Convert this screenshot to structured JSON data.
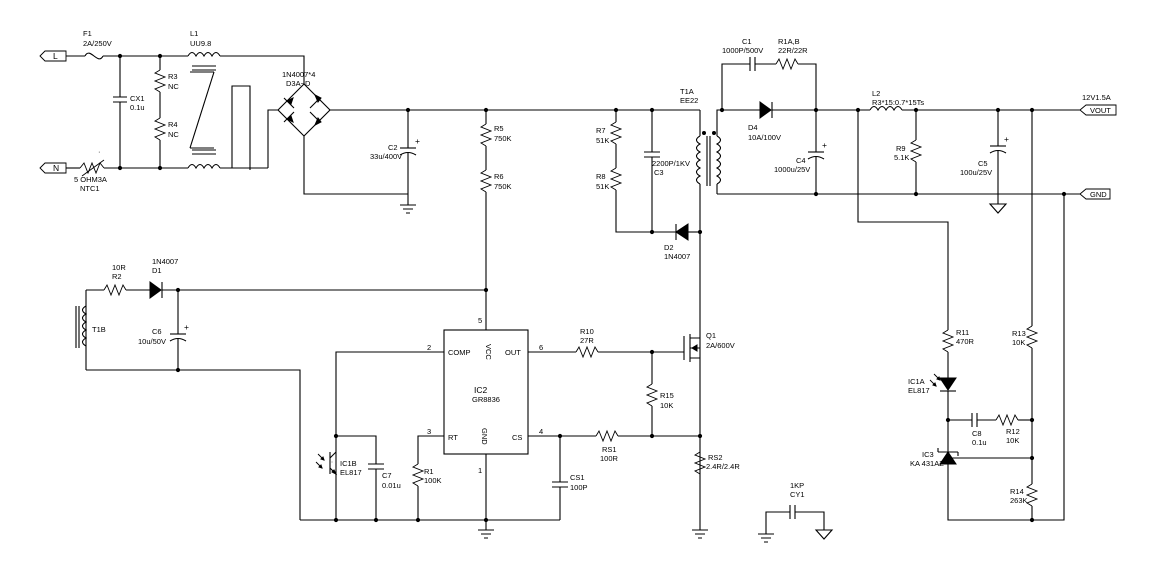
{
  "terminals": {
    "line": "L",
    "neutral": "N",
    "vout": "VOUT",
    "gnd": "GND",
    "output_rating": "12V1.5A"
  },
  "components": {
    "F1": {
      "ref": "F1",
      "value": "2A/250V"
    },
    "CX1": {
      "ref": "CX1",
      "value": "0.1u"
    },
    "R3": {
      "ref": "R3",
      "value": "NC"
    },
    "R4": {
      "ref": "R4",
      "value": "NC"
    },
    "L1": {
      "ref": "L1",
      "value": "UU9.8"
    },
    "NTC1": {
      "ref": "NTC1",
      "value": "5 OHM3A"
    },
    "bridge": {
      "ref": "D3A~D",
      "value": "1N4007*4"
    },
    "C2": {
      "ref": "C2",
      "value": "33u/400V"
    },
    "R5": {
      "ref": "R5",
      "value": "750K"
    },
    "R6": {
      "ref": "R6",
      "value": "750K"
    },
    "R7": {
      "ref": "R7",
      "value": "51K"
    },
    "R8": {
      "ref": "R8",
      "value": "51K"
    },
    "C3": {
      "ref": "C3",
      "value": "2200P/1KV"
    },
    "D2": {
      "ref": "D2",
      "value": "1N4007"
    },
    "T1A": {
      "ref": "T1A",
      "value": "EE22"
    },
    "C1": {
      "ref": "C1",
      "value": "1000P/500V"
    },
    "R1AB": {
      "ref": "R1A,B",
      "value": "22R/22R"
    },
    "D4": {
      "ref": "D4",
      "value": "10A/100V"
    },
    "C4": {
      "ref": "C4",
      "value": "1000u/25V"
    },
    "L2": {
      "ref": "L2",
      "value": "R3*15:0.7*15Ts"
    },
    "R9": {
      "ref": "R9",
      "value": "5.1K"
    },
    "C5": {
      "ref": "C5",
      "value": "100u/25V"
    },
    "R2": {
      "ref": "R2",
      "value": "10R"
    },
    "D1": {
      "ref": "D1",
      "value": "1N4007"
    },
    "T1B": {
      "ref": "T1B",
      "value": ""
    },
    "C6": {
      "ref": "C6",
      "value": "10u/50V"
    },
    "IC1B": {
      "ref": "IC1B",
      "value": "EL817"
    },
    "C7": {
      "ref": "C7",
      "value": "0.01u"
    },
    "R1": {
      "ref": "R1",
      "value": "100K"
    },
    "IC2": {
      "ref": "IC2",
      "value": "GR8836"
    },
    "CS1": {
      "ref": "CS1",
      "value": "100P"
    },
    "R10": {
      "ref": "R10",
      "value": "27R"
    },
    "R15": {
      "ref": "R15",
      "value": "10K"
    },
    "RS1": {
      "ref": "RS1",
      "value": "100R"
    },
    "Q1": {
      "ref": "Q1",
      "value": "2A/600V"
    },
    "RS2": {
      "ref": "RS2",
      "value": "2.4R/2.4R"
    },
    "CY1": {
      "ref": "CY1",
      "value": "1KP"
    },
    "R11": {
      "ref": "R11",
      "value": "470R"
    },
    "IC1A": {
      "ref": "IC1A",
      "value": "EL817"
    },
    "C8": {
      "ref": "C8",
      "value": "0.1u"
    },
    "R12": {
      "ref": "R12",
      "value": "10K"
    },
    "IC3": {
      "ref": "IC3",
      "value": "KA 431AZ"
    },
    "R13": {
      "ref": "R13",
      "value": "10K"
    },
    "R14": {
      "ref": "R14",
      "value": "263K"
    }
  },
  "ic2_pins": {
    "comp": "COMP",
    "vcc": "VCC",
    "out": "OUT",
    "rt": "RT",
    "gnd": "GND",
    "cs": "CS",
    "n2": "2",
    "n5": "5",
    "n6": "6",
    "n3": "3",
    "n4": "4",
    "n1": "1"
  },
  "polarity": {
    "plus": "+",
    "dot": "·"
  }
}
